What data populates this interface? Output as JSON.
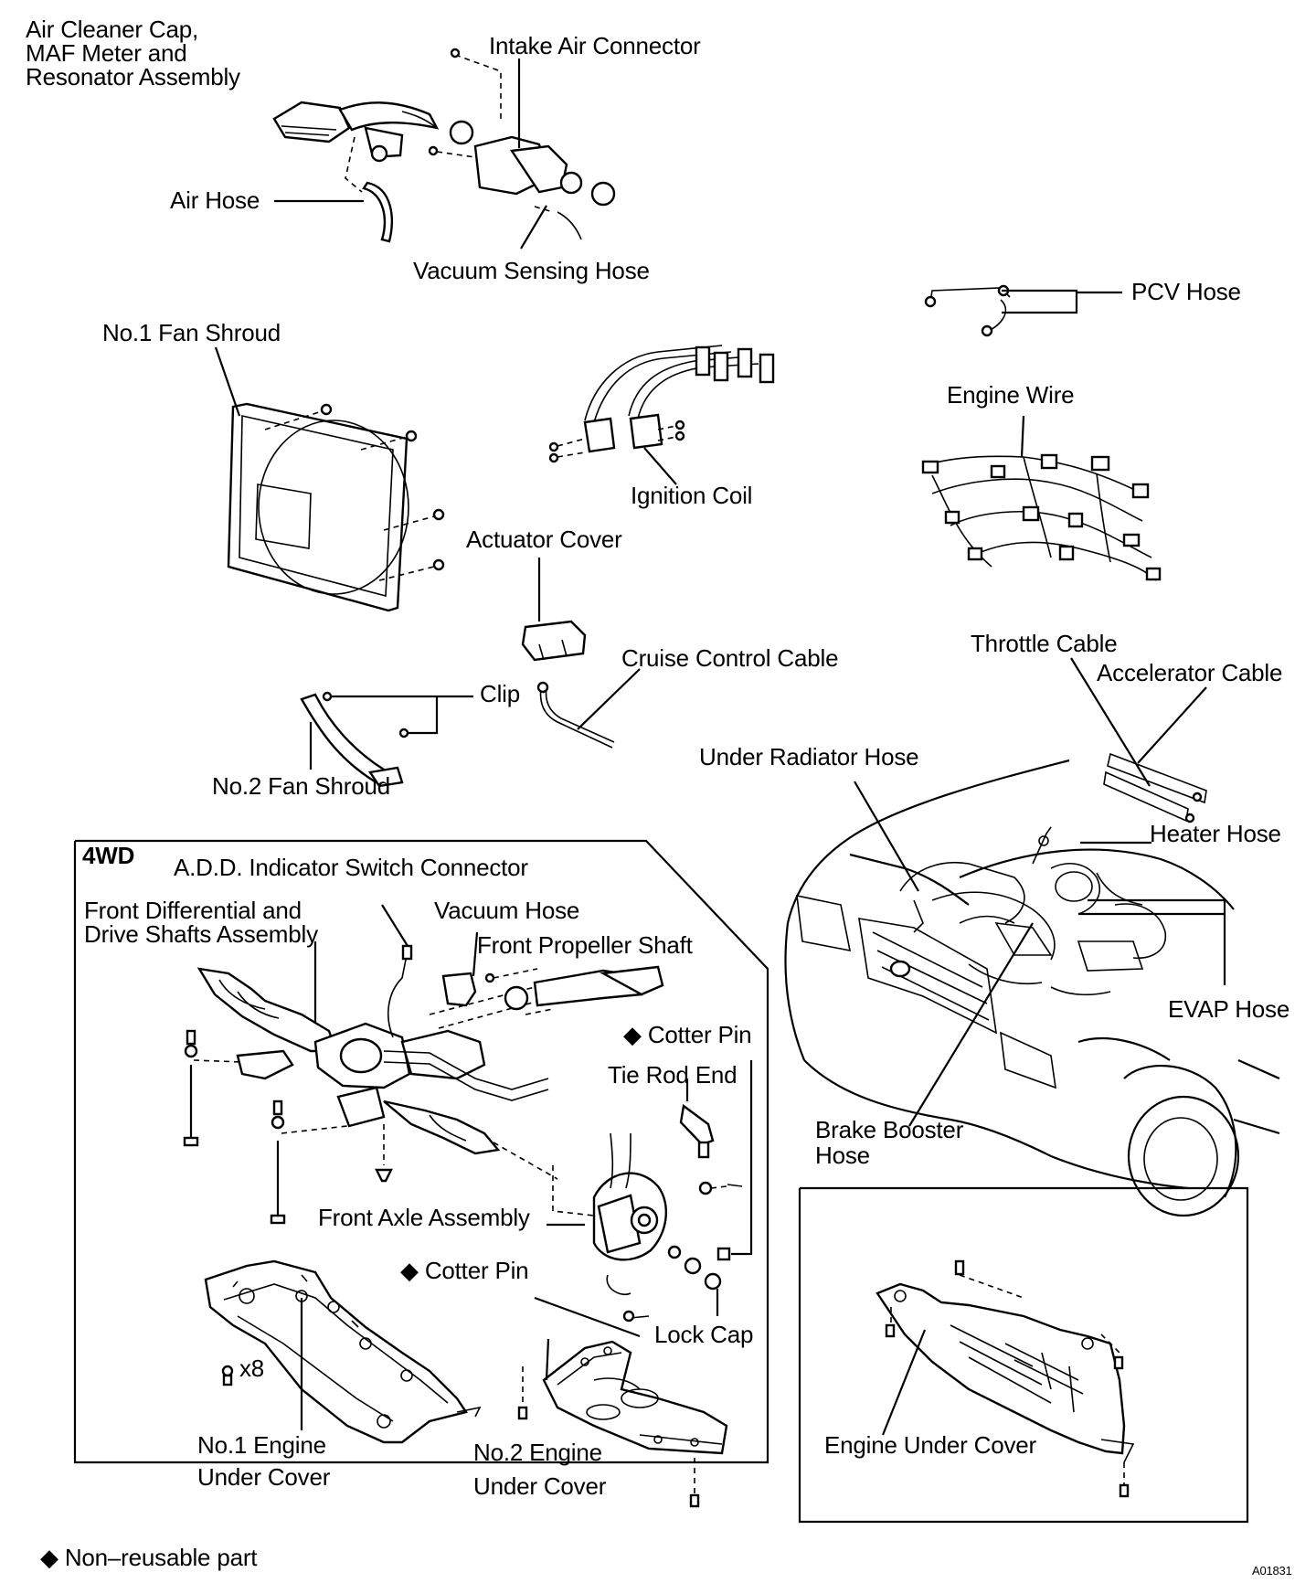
{
  "labels": {
    "air_cleaner_line1": "Air Cleaner Cap,",
    "air_cleaner_line2": "MAF Meter and",
    "air_cleaner_line3": "Resonator Assembly",
    "intake_air_connector": "Intake Air Connector",
    "air_hose": "Air Hose",
    "vacuum_sensing_hose": "Vacuum Sensing Hose",
    "pcv_hose": "PCV Hose",
    "no1_fan_shroud": "No.1 Fan Shroud",
    "engine_wire": "Engine Wire",
    "ignition_coil": "Ignition Coil",
    "actuator_cover": "Actuator Cover",
    "throttle_cable": "Throttle Cable",
    "cruise_control_cable": "Cruise Control Cable",
    "accelerator_cable": "Accelerator Cable",
    "clip": "Clip",
    "under_radiator_hose": "Under Radiator Hose",
    "no2_fan_shroud": "No.2 Fan Shroud",
    "heater_hose": "Heater Hose",
    "four_wd": "4WD",
    "add_indicator_switch_connector": "A.D.D. Indicator Switch Connector",
    "front_diff_line1": "Front Differential and",
    "front_diff_line2": "Drive Shafts Assembly",
    "vacuum_hose": "Vacuum Hose",
    "front_propeller_shaft": "Front Propeller Shaft",
    "evap_hose": "EVAP Hose",
    "cotter_pin_1": "◆ Cotter Pin",
    "tie_rod_end": "Tie Rod End",
    "brake_booster_line1": "Brake Booster",
    "brake_booster_line2": "Hose",
    "front_axle_assembly": "Front Axle Assembly",
    "cotter_pin_2": "◆ Cotter Pin",
    "lock_cap": "Lock Cap",
    "x8": "x8",
    "no1_engine_line1": "No.1 Engine",
    "no1_engine_line2": "Under Cover",
    "no2_engine_line1": "No.2 Engine",
    "no2_engine_line2": "Under Cover",
    "engine_under_cover": "Engine Under Cover",
    "legend_non_reusable": "◆ Non–reusable part",
    "figure_code": "A01831"
  },
  "icons": {
    "non_reusable": "filled-diamond"
  }
}
